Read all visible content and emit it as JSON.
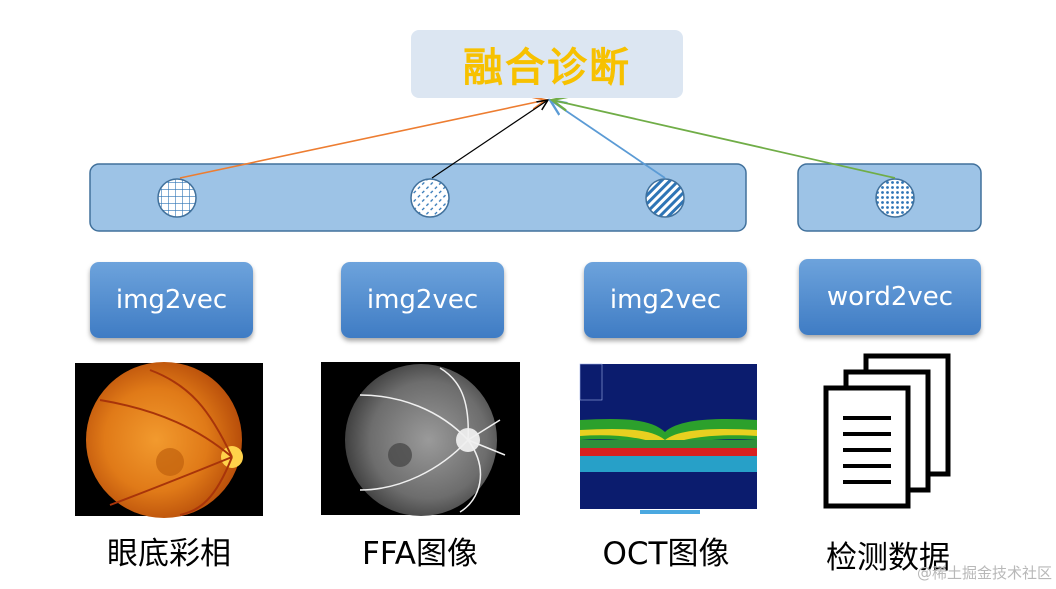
{
  "title": "融合诊断",
  "vectorizers": [
    {
      "label": "img2vec"
    },
    {
      "label": "img2vec"
    },
    {
      "label": "img2vec"
    },
    {
      "label": "word2vec"
    }
  ],
  "sources": [
    {
      "label": "眼底彩相"
    },
    {
      "label": "FFA图像"
    },
    {
      "label": "OCT图像"
    },
    {
      "label": "检测数据"
    }
  ],
  "arrow_colors": [
    "#ed7d31",
    "#000000",
    "#5b9bd5",
    "#70ad47"
  ],
  "watermark": "@稀土掘金技术社区"
}
